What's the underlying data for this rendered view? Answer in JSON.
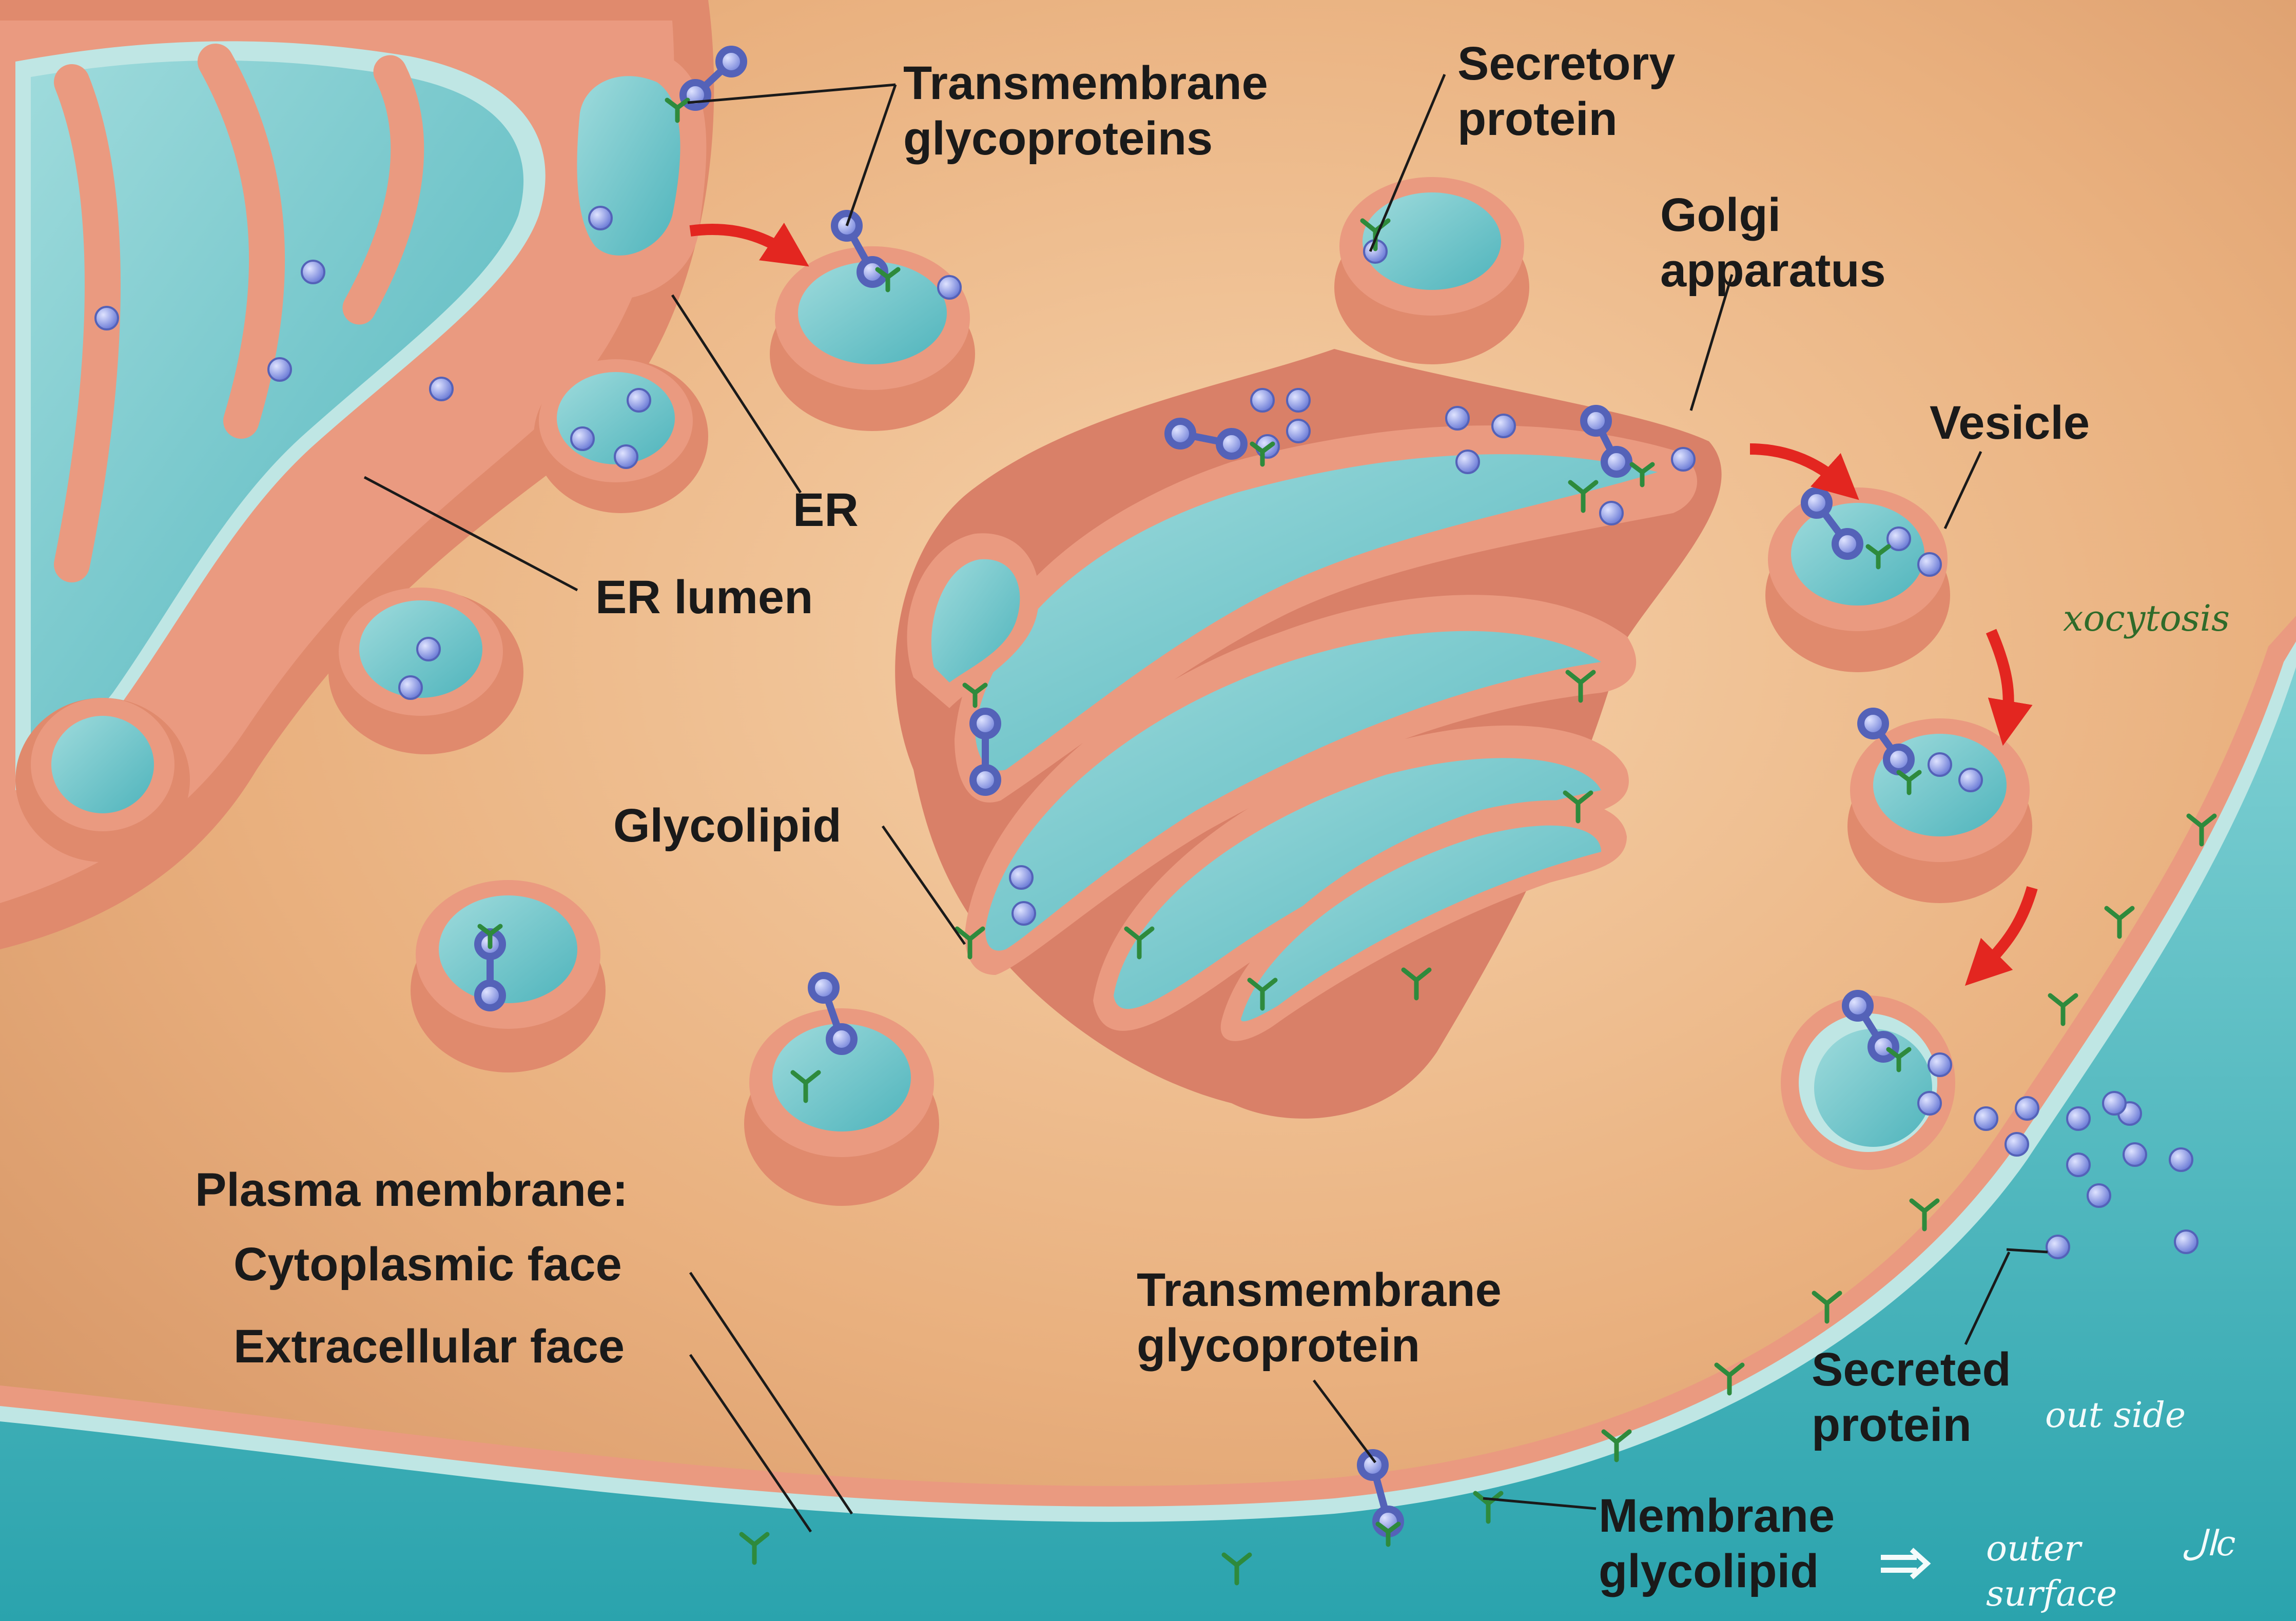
{
  "labels": {
    "transmembrane_glycoproteins": [
      "Transmembrane",
      "glycoproteins"
    ],
    "secretory_protein": [
      "Secretory",
      "protein"
    ],
    "golgi_apparatus": [
      "Golgi",
      "apparatus"
    ],
    "vesicle": "Vesicle",
    "er": "ER",
    "er_lumen": "ER lumen",
    "glycolipid": "Glycolipid",
    "plasma_membrane": "Plasma membrane:",
    "cytoplasmic_face": "Cytoplasmic face",
    "extracellular_face": "Extracellular face",
    "transmembrane_glycoprotein": [
      "Transmembrane",
      "glycoprotein"
    ],
    "secreted_protein": [
      "Secreted",
      "protein"
    ],
    "membrane_glycolipid": [
      "Membrane",
      "glycolipid"
    ]
  },
  "annotations": {
    "exocytosis": "xocytosis",
    "out_side": "out side",
    "outer_surface": [
      "outer",
      "surface"
    ],
    "arabic": "الc"
  },
  "colors": {
    "cytoplasm": "#e9b07e",
    "membrane": "#ea9a80",
    "lumen": "#6fc3c9",
    "extracellular": "#3fb3bb",
    "protein": "#8f9be6",
    "carbohydrate": "#2e8a3c",
    "arrow": "#e32620",
    "annotation_green": "#2f6b2a"
  }
}
